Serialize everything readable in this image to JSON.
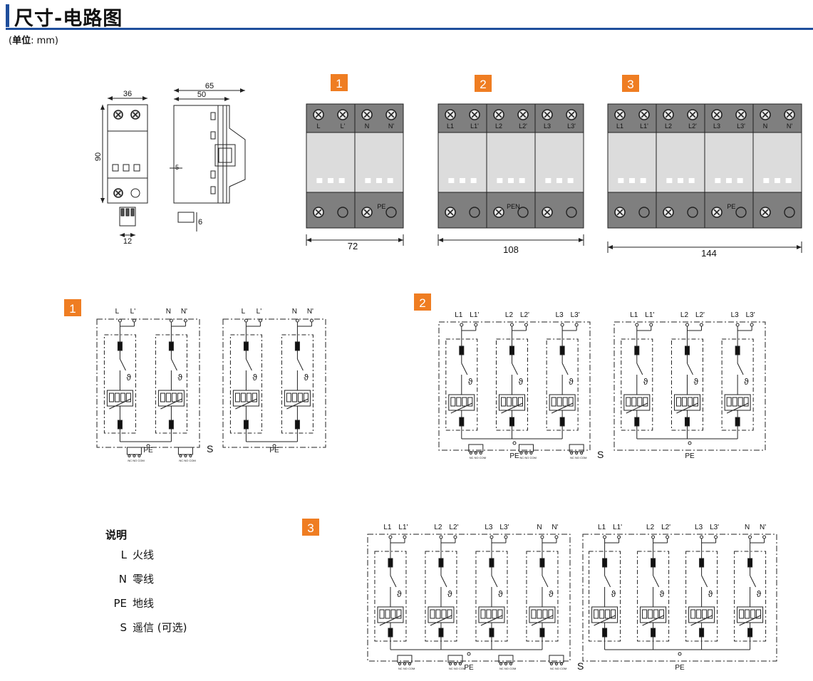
{
  "header": {
    "title": "尺寸-电路图",
    "unit_open": "(",
    "unit_label": "单位",
    "unit_value": ": mm)",
    "accent_color": "#1f4e9c"
  },
  "badge_color": "#ef7d22",
  "dimensions": {
    "side_width": "36",
    "side_height": "90",
    "depth_total": "65",
    "depth_rail": "50",
    "plug_width": "12",
    "plug_height": "6",
    "module_small": "5"
  },
  "front_views": [
    {
      "badge": "1",
      "top_terminals": [
        "L",
        "L'",
        "N",
        "N'"
      ],
      "bottom_label": "PE",
      "width_label": "72"
    },
    {
      "badge": "2",
      "top_terminals": [
        "L1",
        "L1'",
        "L2",
        "L2'",
        "L3",
        "L3'"
      ],
      "bottom_label": "PEN",
      "width_label": "108"
    },
    {
      "badge": "3",
      "top_terminals": [
        "L1",
        "L1'",
        "L2",
        "L2'",
        "L3",
        "L3'",
        "N",
        "N'"
      ],
      "bottom_label": "PE",
      "width_label": "144"
    }
  ],
  "circuits": [
    {
      "badge": "1",
      "left_terms": [
        "L",
        "L'",
        "N",
        "N'"
      ],
      "right_terms": [
        "L",
        "L'",
        "N",
        "N'"
      ],
      "pe": "PE",
      "signal": "S",
      "contacts": "NC NO COM"
    },
    {
      "badge": "2",
      "left_terms": [
        "L1",
        "L1'",
        "L2",
        "L2'",
        "L3",
        "L3'"
      ],
      "right_terms": [
        "L1",
        "L1'",
        "L2",
        "L2'",
        "L3",
        "L3'"
      ],
      "pe": "PE",
      "signal": "S",
      "contacts": "NC NO COM"
    },
    {
      "badge": "3",
      "left_terms": [
        "L1",
        "L1'",
        "L2",
        "L2'",
        "L3",
        "L3'",
        "N",
        "N'"
      ],
      "right_terms": [
        "L1",
        "L1'",
        "L2",
        "L2'",
        "L3",
        "L3'",
        "N",
        "N'"
      ],
      "pe": "PE",
      "signal": "S",
      "contacts": "NC NO COM"
    }
  ],
  "thermal_symbol": "ϑ",
  "legend": {
    "title": "说明",
    "items": [
      {
        "code": "L",
        "text": "火线"
      },
      {
        "code": "N",
        "text": "零线"
      },
      {
        "code": "PE",
        "text": "地线"
      },
      {
        "code": "S",
        "text": "遥信 (可选)"
      }
    ]
  }
}
